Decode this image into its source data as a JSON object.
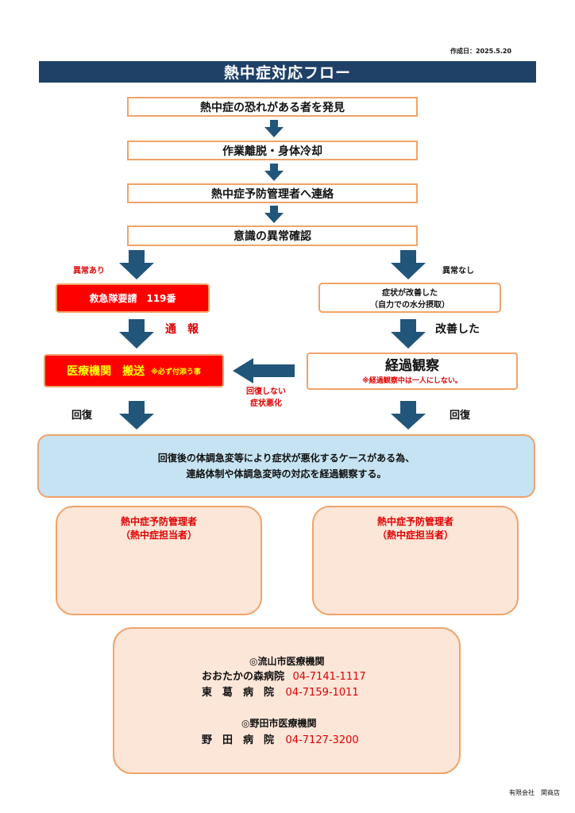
{
  "created_date": "作成日：2025.5.20",
  "title": "熱中症対応フロー",
  "steps": [
    "熱中症の恐れがある者を発見",
    "作業離脱・身体冷却",
    "熱中症予防管理者へ連絡",
    "意識の異常確認"
  ],
  "left": {
    "abnormal_label": "異常あり",
    "ambulance_label": "救急隊要請　119番",
    "report_label": "通　報",
    "transport_label": "医療機関　搬送",
    "transport_note": "※必ず付添う事",
    "recovery_label": "回復"
  },
  "middle": {
    "no_recovery_line1": "回復しない",
    "no_recovery_line2": "症状悪化"
  },
  "right": {
    "normal_label": "異常なし",
    "improved_line1": "症状が改善した",
    "improved_line2": "（自力での水分摂取）",
    "improved_label": "改善した",
    "observation_label": "経過観察",
    "observation_note": "※経過観察中は一人にしない。",
    "recovery_label": "回復"
  },
  "notice": {
    "line1": "回復後の体調急変等により症状が悪化するケースがある為、",
    "line2": "連絡体制や体調急変時の対応を経過観察する。"
  },
  "manager_boxes": [
    {
      "line1": "熱中症予防管理者",
      "line2": "（熱中症担当者）"
    },
    {
      "line1": "熱中症予防管理者",
      "line2": "（熱中症担当者）"
    }
  ],
  "hospitals": {
    "nagareyama_heading": "◎流山市医療機関",
    "nagareyama": [
      {
        "name": "おおたかの森病院",
        "phone": "04-7141-1117"
      },
      {
        "name": "東　葛　病　院",
        "phone": "04-7159-1011"
      }
    ],
    "noda_heading": "◎野田市医療機関",
    "noda": [
      {
        "name": "野　田　病　院",
        "phone": "04-7127-3200"
      }
    ]
  },
  "footer": "有限会社　関商店",
  "colors": {
    "title_bg": "#1f4168",
    "arrow": "#22557a",
    "step_border": "#f0a36a",
    "emergency_bg": "#ff0000",
    "emergency_border": "#f0a36a",
    "notice_bg": "#c5e3f2",
    "manager_bg": "#fce6d8",
    "accent_red": "#e00000"
  }
}
